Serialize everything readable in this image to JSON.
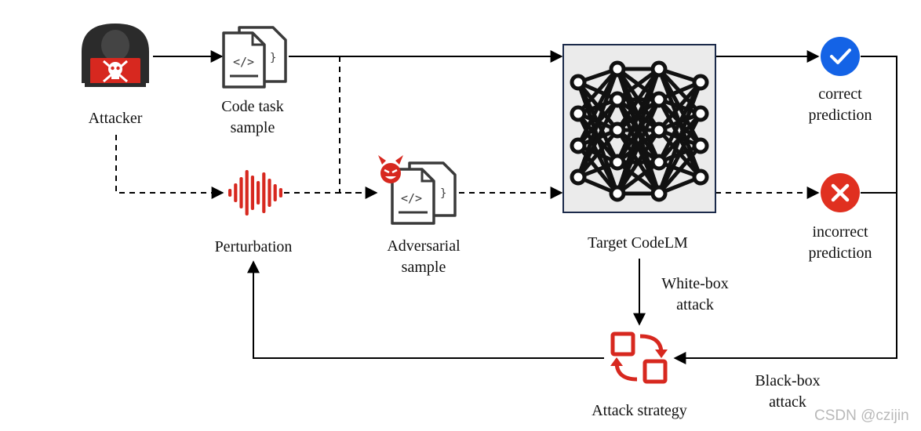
{
  "colors": {
    "accent_red": "#d7281f",
    "check_blue": "#1463e6",
    "cross_red": "#e03020",
    "model_box_fill": "#ebebeb",
    "model_box_border": "#1b2a4a"
  },
  "icons": {
    "attacker": "hooded-hacker-skull-icon",
    "code_task_sample": "code-document-icon",
    "adversarial_sample": "devil-code-document-icon",
    "perturbation": "waveform-icon",
    "target_model": "neural-network-icon",
    "correct": "check-circle-icon",
    "incorrect": "x-circle-icon",
    "attack_strategy": "swap-squares-icon"
  },
  "labels": {
    "attacker": "Attacker",
    "code_task_line1": "Code task",
    "code_task_line2": "sample",
    "perturbation": "Perturbation",
    "adversarial_line1": "Adversarial",
    "adversarial_line2": "sample",
    "target_model": "Target CodeLM",
    "correct_line1": "correct",
    "correct_line2": "prediction",
    "incorrect_line1": "incorrect",
    "incorrect_line2": "prediction",
    "whitebox_line1": "White-box",
    "whitebox_line2": "attack",
    "blackbox_line1": "Black-box",
    "blackbox_line2": "attack",
    "attack_strategy": "Attack strategy"
  },
  "watermark": "CSDN @czijin"
}
